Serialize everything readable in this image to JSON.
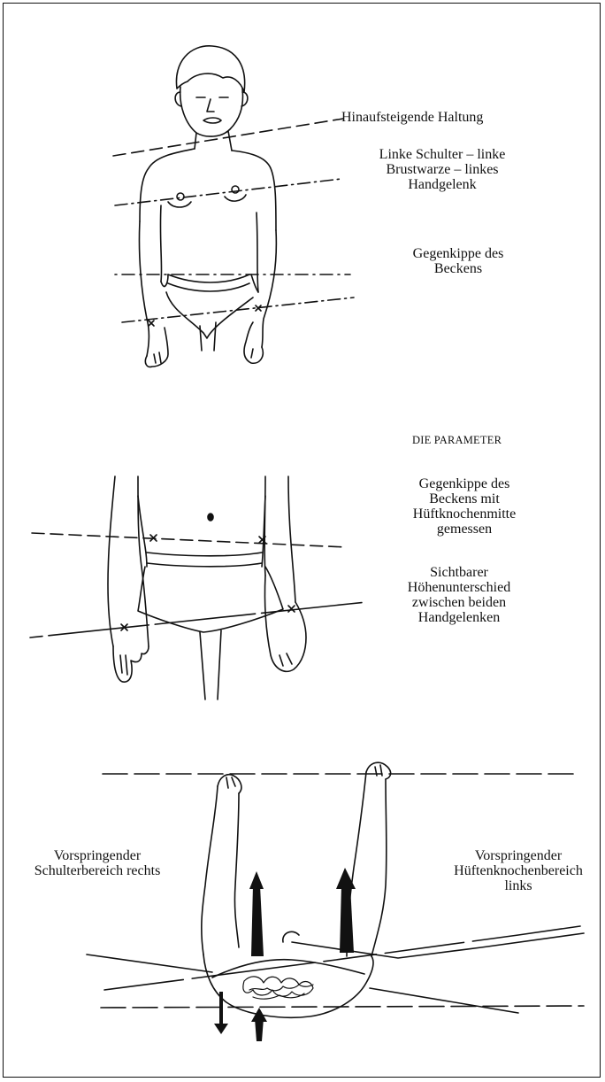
{
  "figure_top": {
    "label_ascending": "Hinaufsteigende Haltung",
    "label_shoulder_lines": [
      "Linke Schulter – linke",
      "Brustwarze – linkes",
      "Handgelenk"
    ],
    "label_pelvis_tilt": [
      "Gegenkippe des",
      "Beckens"
    ]
  },
  "figure_middle": {
    "heading": "DIE PARAMETER",
    "label_pelvis_hip": [
      "Gegenkippe des",
      "Beckens mit",
      "Hüftknochenmitte",
      "gemessen"
    ],
    "label_wrist_diff": [
      "Sichtbarer",
      "Höhenunterschied",
      "zwischen beiden",
      "Handgelenken"
    ]
  },
  "figure_bottom": {
    "label_shoulder_right": [
      "Vorspringender",
      "Schulterbereich rechts"
    ],
    "label_hip_left": [
      "Vorspringender",
      "Hüftenknochenbereich",
      "links"
    ]
  },
  "colors": {
    "ink": "#111111",
    "paper": "#ffffff"
  }
}
